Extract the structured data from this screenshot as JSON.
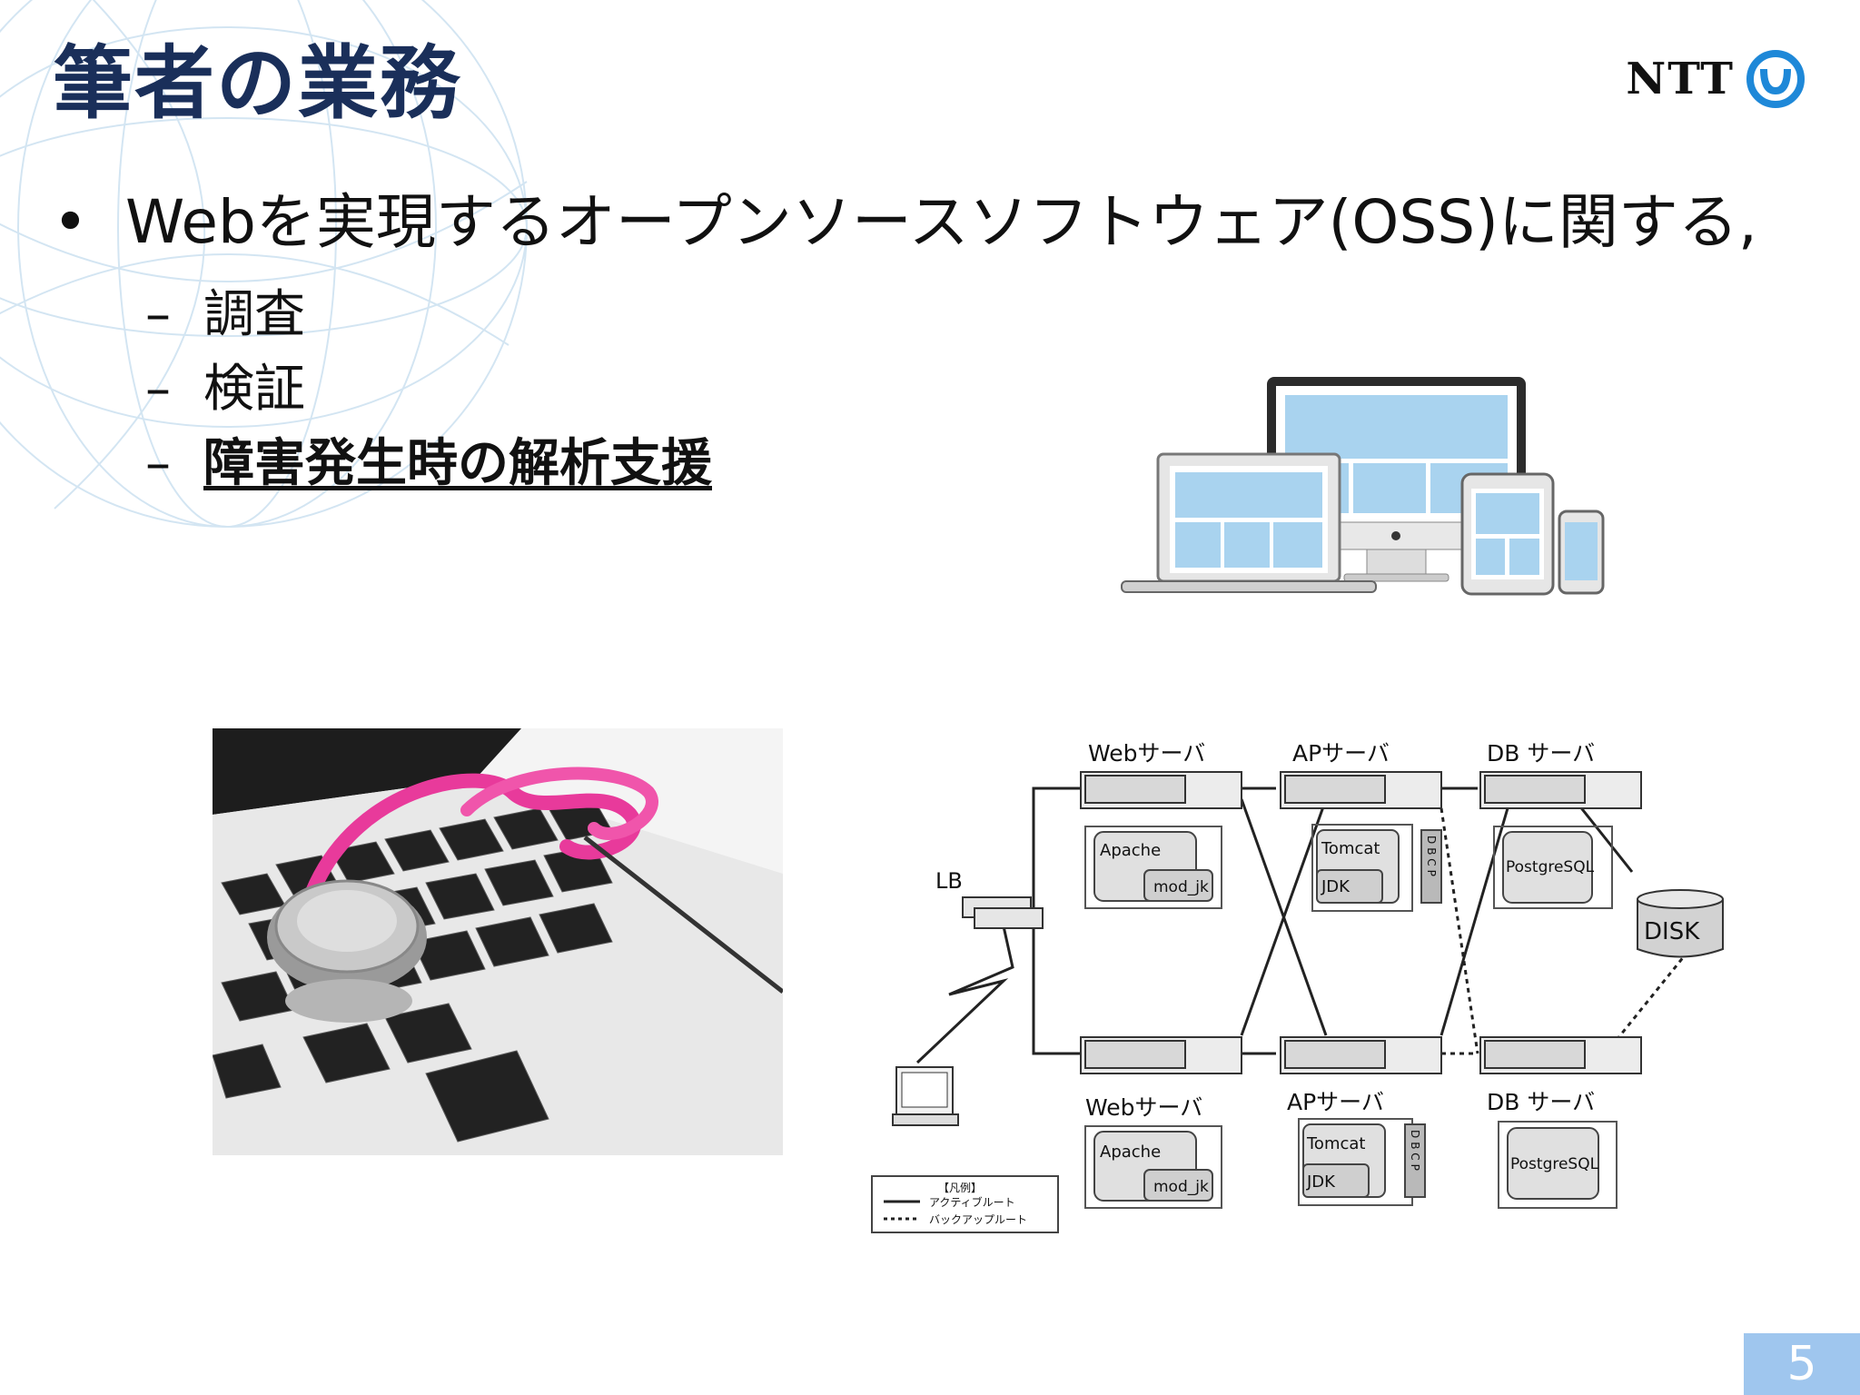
{
  "slide": {
    "title": "筆者の業務",
    "logo_text": "NTT",
    "page_number": "5"
  },
  "bullets": {
    "main": "Webを実現するオープンソースソフトウェア(OSS)に関する,",
    "bullet_symbol": "•",
    "sub_dash": "–",
    "subs": [
      {
        "label": "調査"
      },
      {
        "label": "検証"
      },
      {
        "label": "障害発生時の解析支援"
      }
    ]
  },
  "diagram": {
    "lb_label": "LB",
    "top_web": "Webサーバ",
    "top_ap": "APサーバ",
    "top_db": "DB サーバ",
    "bottom_web": "Webサーバ",
    "bottom_ap": "APサーバ",
    "bottom_db": "DB サーバ",
    "apache": "Apache",
    "mod_jk": "mod_jk",
    "tomcat": "Tomcat",
    "jdk": "JDK",
    "dbcp": "DBCP",
    "postgresql": "PostgreSQL",
    "disk": "DISK",
    "legend_title": "【凡例】",
    "legend_active": "アクティブルート",
    "legend_backup": "バックアップルート"
  },
  "colors": {
    "title": "#1a2f5a",
    "page_badge": "#9fc6ee",
    "logo_ring": "#1e88d8"
  }
}
